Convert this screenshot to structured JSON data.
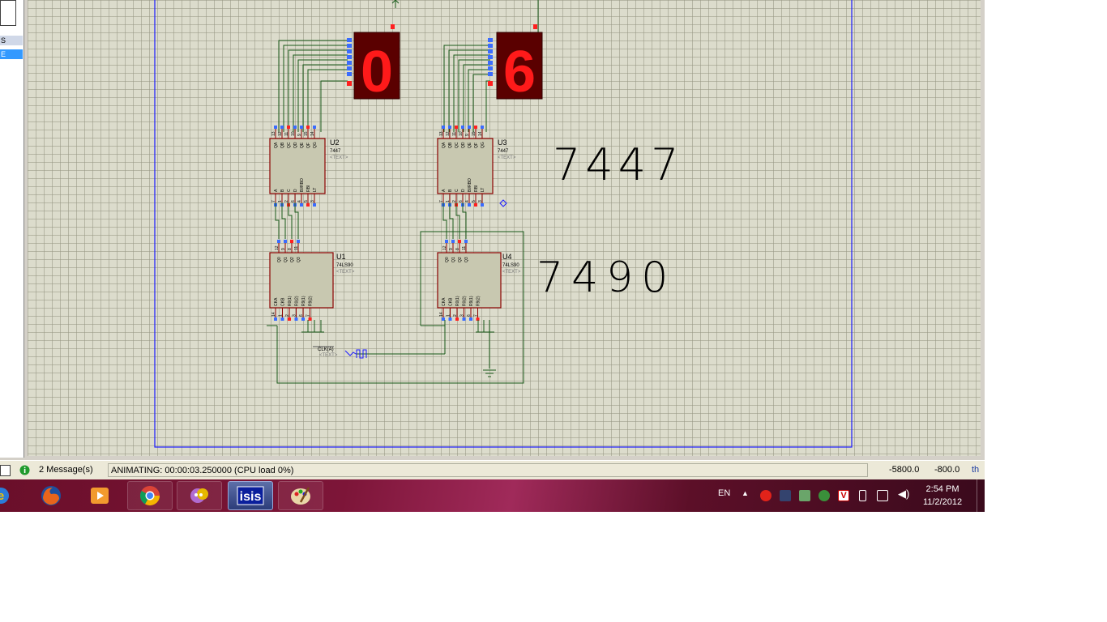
{
  "left_panel": {
    "items": [
      "S",
      "E"
    ]
  },
  "schematic": {
    "display_left_digit": "0",
    "display_right_digit": "6",
    "chips": [
      {
        "ref": "U2",
        "part": "7447",
        "text": "<TEXT>"
      },
      {
        "ref": "U3",
        "part": "7447",
        "text": "<TEXT>"
      },
      {
        "ref": "U1",
        "part": "74LS90",
        "text": "<TEXT>"
      },
      {
        "ref": "U4",
        "part": "74LS90",
        "text": "<TEXT>"
      }
    ],
    "pins_7447_top": [
      "QA",
      "QB",
      "QC",
      "QD",
      "QE",
      "QF",
      "QG"
    ],
    "pins_7447_top_nums": [
      "13",
      "12",
      "11",
      "10",
      "9",
      "15",
      "14"
    ],
    "pins_7447_bottom": [
      "A",
      "B",
      "C",
      "D",
      "BI/RBO",
      "RBI",
      "LT"
    ],
    "pins_7447_bottom_nums": [
      "7",
      "1",
      "2",
      "6",
      "4",
      "5",
      "3"
    ],
    "pins_7490_top": [
      "Q0",
      "Q1",
      "Q2",
      "Q3"
    ],
    "pins_7490_top_nums": [
      "12",
      "9",
      "8",
      "11"
    ],
    "pins_7490_bottom": [
      "CKA",
      "CKB",
      "R0(1)",
      "R0(2)",
      "R9(1)",
      "R9(2)"
    ],
    "pins_7490_bottom_nums": [
      "14",
      "1",
      "2",
      "3",
      "6",
      "7"
    ],
    "clock_label": "CLK(A)",
    "clock_text": "<TEXT>",
    "handwritten_7447": "7447",
    "handwritten_7490": "7490"
  },
  "statusbar": {
    "messages": "2 Message(s)",
    "status": "ANIMATING: 00:00:03.250000 (CPU load 0%)",
    "coord_x": "-5800.0",
    "coord_y": "-800.0",
    "units": "th"
  },
  "taskbar": {
    "apps": [
      "ie-icon",
      "firefox-icon",
      "media-player-icon",
      "chrome-icon",
      "messenger-icon",
      "isis-icon",
      "paint-icon"
    ],
    "isis_label": "isis",
    "language": "EN",
    "time": "2:54 PM",
    "date": "11/2/2012"
  },
  "colors": {
    "wire": "#1a5a1a",
    "chip_fill": "#c8c8b0",
    "chip_border": "#8b0000",
    "led_on": "#ff1a1a",
    "border_blue": "#1a1aff"
  }
}
